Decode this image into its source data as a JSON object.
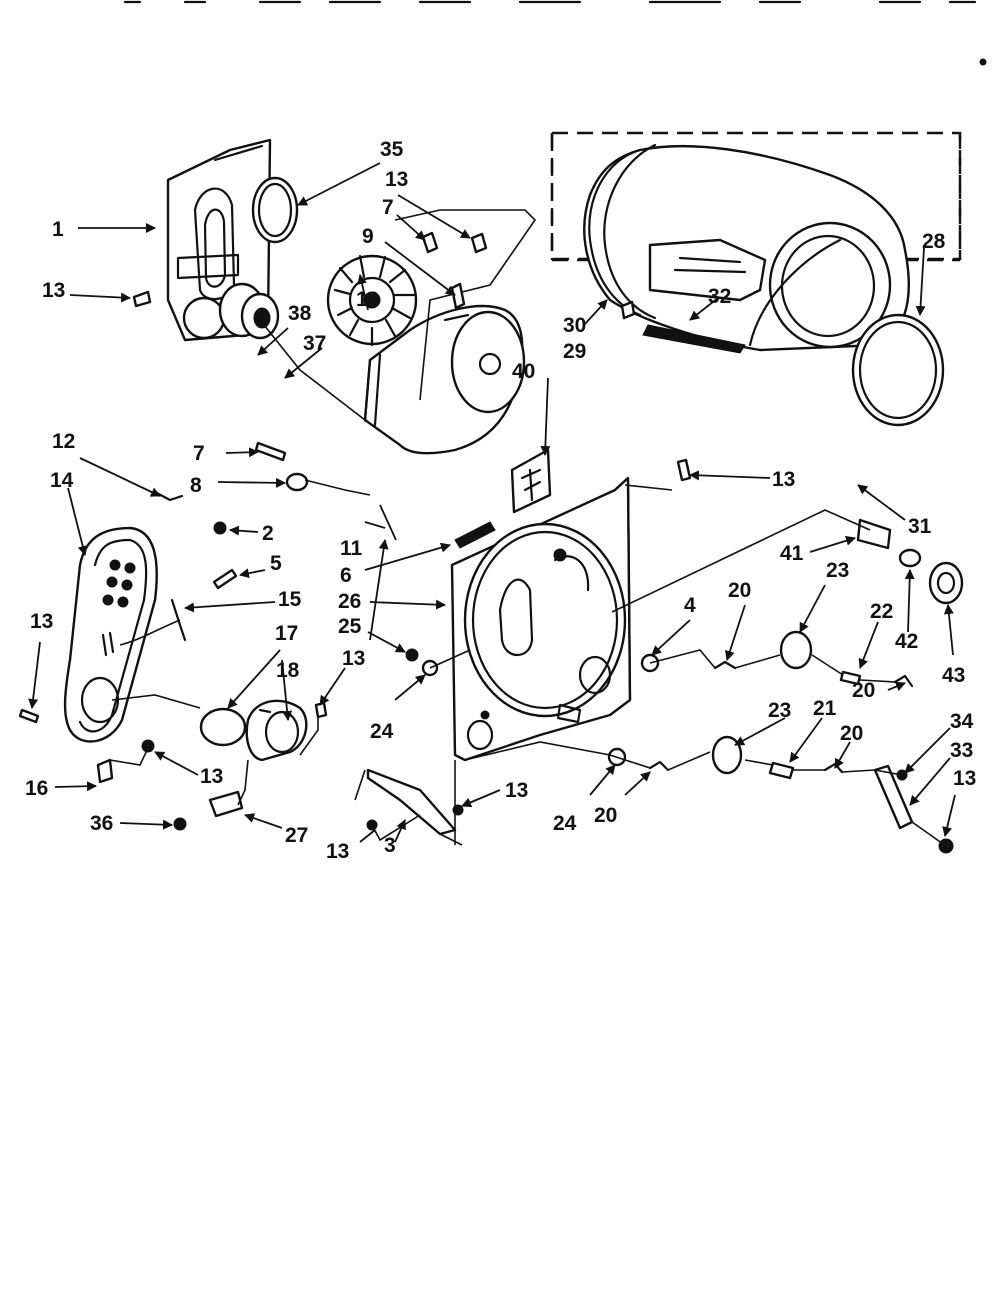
{
  "callouts": {
    "c1": "1",
    "c2": "2",
    "c3": "3",
    "c4": "4",
    "c5": "5",
    "c6": "6",
    "c7": "7",
    "c8": "8",
    "c9": "9",
    "c10": "10",
    "c11": "11",
    "c12": "12",
    "c13": "13",
    "c14": "14",
    "c15": "15",
    "c16": "16",
    "c17": "17",
    "c18": "18",
    "c20": "20",
    "c21": "21",
    "c22": "22",
    "c23": "23",
    "c24": "24",
    "c25": "25",
    "c26": "26",
    "c27": "27",
    "c28": "28",
    "c29": "29",
    "c30": "30",
    "c31": "31",
    "c32": "32",
    "c33": "33",
    "c34": "34",
    "c35": "35",
    "c36": "36",
    "c37": "37",
    "c38": "38",
    "c40": "40",
    "c41": "41",
    "c42": "42",
    "c43": "43"
  },
  "colors": {
    "ink": "#111111",
    "paper": "#ffffff"
  }
}
